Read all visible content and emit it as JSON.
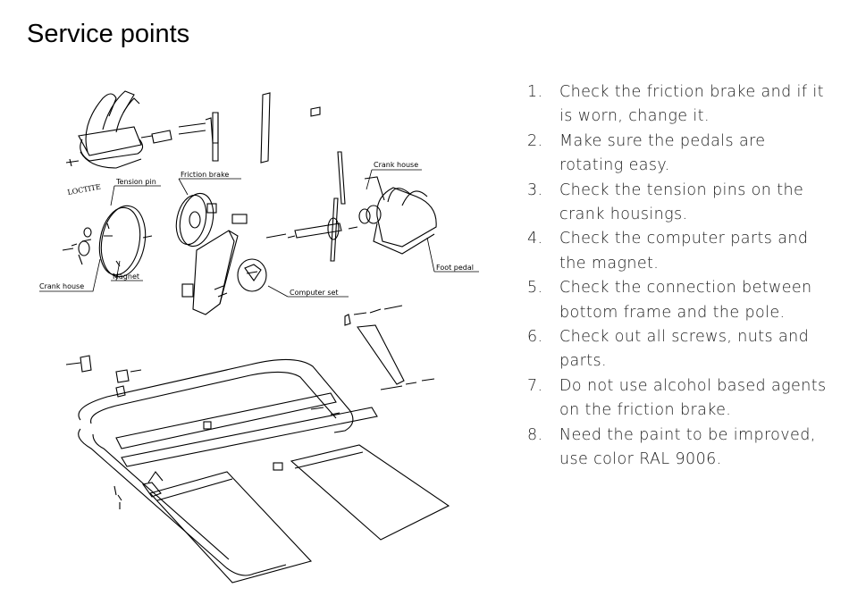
{
  "title": "Service points",
  "diagram": {
    "labels": {
      "loctite": "LOCTITE",
      "tension_pin": "Tension pin",
      "friction_brake": "Friction brake",
      "crank_house_left": "Crank house",
      "magnet": "Magnet",
      "crank_house_right": "Crank house",
      "foot_pedal": "Foot pedal",
      "computer_set": "Computer set"
    }
  },
  "service_points": [
    {
      "num": "1.",
      "text": "Check the friction brake and if it is worn, change it."
    },
    {
      "num": "2.",
      "text": "Make sure the pedals are rotating easy."
    },
    {
      "num": "3.",
      "text": "Check the tension pins on the crank housings."
    },
    {
      "num": "4.",
      "text": "Check the computer parts and the magnet."
    },
    {
      "num": "5.",
      "text": "Check the connection between bottom frame and the pole."
    },
    {
      "num": "6.",
      "text": "Check out all screws, nuts and parts."
    },
    {
      "num": "7.",
      "text": "Do not use alcohol based agents on the friction brake."
    },
    {
      "num": "8.",
      "text": "Need the paint to be improved, use color RAL 9006."
    }
  ]
}
